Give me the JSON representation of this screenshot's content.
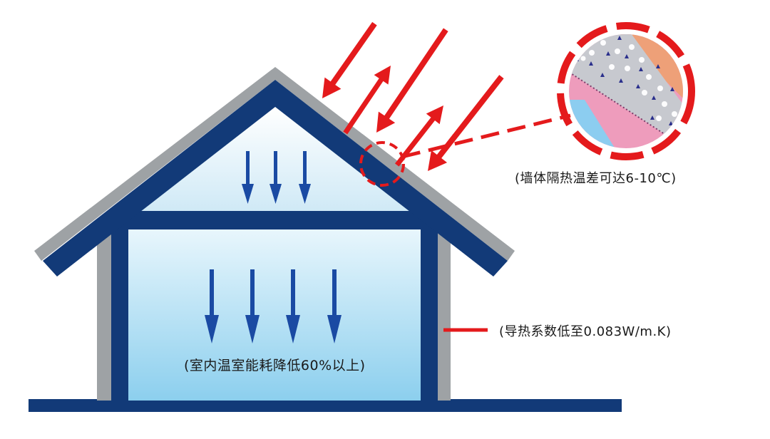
{
  "annotations": {
    "wall_insulation": "(墙体隔热温差可达6-10℃)",
    "thermal_conductivity": "(导热系数低至0.083W/m.K)",
    "indoor_energy": "(室内温室能耗降低60%以上)"
  },
  "colors": {
    "frame": "#123a78",
    "roof_edge": "#9ea2a5",
    "wall_edge": "#9ea2a5",
    "heat_arrow": "#e41a1c",
    "cool_arrow": "#1a4aa3",
    "attic_fill_top": "#ffffff",
    "attic_fill_bottom": "#cfe9f6",
    "room_fill_top": "#e6f5fc",
    "room_fill_bottom": "#8cd0ee",
    "layer_orange": "#eea078",
    "layer_pink": "#ee9cbc",
    "layer_blue": "#8ccdf0",
    "layer_grey": "#c7c9cf"
  },
  "icons": {
    "sun_rays": "incoming-heat-arrow",
    "reflected_rays": "reflected-heat-arrow",
    "cooling": "downward-cool-arrow",
    "magnifier": "coating-cross-section-magnifier"
  }
}
